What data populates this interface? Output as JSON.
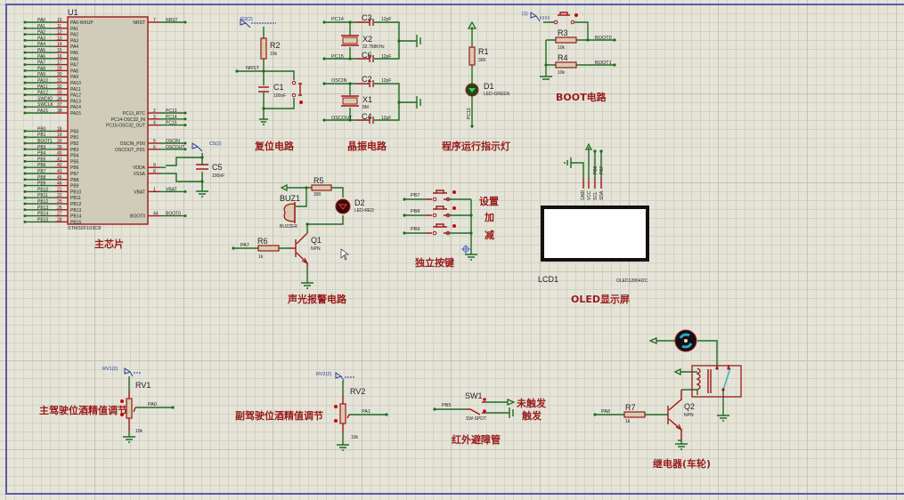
{
  "schematic": {
    "frame_color": "#5a5aa8",
    "wire_color": "#1f6b1f",
    "pin_color": "#a01818",
    "title_color": "#9a1a1a",
    "mcu": {
      "ref": "U1",
      "part": "STM32F103C8",
      "title": "主芯片",
      "left_pins_a": [
        {
          "net": "PA0",
          "num": "10",
          "name": "PA0-WKUP"
        },
        {
          "net": "PA1",
          "num": "11",
          "name": "PA1"
        },
        {
          "net": "PA2",
          "num": "12",
          "name": "PA2"
        },
        {
          "net": "PA3",
          "num": "13",
          "name": "PA3"
        },
        {
          "net": "PA4",
          "num": "14",
          "name": "PA4"
        },
        {
          "net": "PA5",
          "num": "15",
          "name": "PA5"
        },
        {
          "net": "PA6",
          "num": "16",
          "name": "PA6"
        },
        {
          "net": "PA7",
          "num": "17",
          "name": "PA7"
        },
        {
          "net": "PA8",
          "num": "29",
          "name": "PA8"
        },
        {
          "net": "PA9",
          "num": "30",
          "name": "PA9"
        },
        {
          "net": "PA10",
          "num": "31",
          "name": "PA10"
        },
        {
          "net": "PA11",
          "num": "32",
          "name": "PA11"
        },
        {
          "net": "PA12",
          "num": "33",
          "name": "PA12"
        },
        {
          "net": "SWDIO",
          "num": "34",
          "name": "PA13"
        },
        {
          "net": "SWCLK",
          "num": "37",
          "name": "PA14"
        },
        {
          "net": "PA15",
          "num": "38",
          "name": "PA15"
        }
      ],
      "left_pins_b": [
        {
          "net": "PB0",
          "num": "18",
          "name": "PB0"
        },
        {
          "net": "PB1",
          "num": "19",
          "name": "PB1"
        },
        {
          "net": "BOOT1",
          "num": "20",
          "name": "PB2"
        },
        {
          "net": "PB3",
          "num": "39",
          "name": "PB3"
        },
        {
          "net": "PB4",
          "num": "40",
          "name": "PB4"
        },
        {
          "net": "PB5",
          "num": "41",
          "name": "PB5"
        },
        {
          "net": "PB6",
          "num": "42",
          "name": "PB6"
        },
        {
          "net": "PB7",
          "num": "43",
          "name": "PB7"
        },
        {
          "net": "PB8",
          "num": "45",
          "name": "PB8"
        },
        {
          "net": "PB9",
          "num": "46",
          "name": "PB9"
        },
        {
          "net": "PB10",
          "num": "21",
          "name": "PB10"
        },
        {
          "net": "PB11",
          "num": "22",
          "name": "PB11"
        },
        {
          "net": "PB12",
          "num": "25",
          "name": "PB12"
        },
        {
          "net": "PB13",
          "num": "26",
          "name": "PB13"
        },
        {
          "net": "PB14",
          "num": "27",
          "name": "PB14"
        },
        {
          "net": "PB15",
          "num": "28",
          "name": "PB15"
        }
      ],
      "right_pins": [
        {
          "net": "NRST",
          "num": "7",
          "name": "NRST",
          "row": 0
        },
        {
          "net": "PC13",
          "num": "2",
          "name": "PC13_RTC",
          "row": 15
        },
        {
          "net": "PC14",
          "num": "3",
          "name": "PC14-OSC32_IN",
          "row": 16
        },
        {
          "net": "PC15",
          "num": "4",
          "name": "PC15-OSC32_OUT",
          "row": 17
        },
        {
          "net": "OSCIN",
          "num": "5",
          "name": "OSCIN_PD0",
          "row": 20
        },
        {
          "net": "OSCOUT",
          "num": "6",
          "name": "OSCOUT_PD1",
          "row": 21
        },
        {
          "net": "",
          "num": "9",
          "name": "VDDA",
          "row": 24
        },
        {
          "net": "",
          "num": "8",
          "name": "VSSA",
          "row": 25
        },
        {
          "net": "VBAT",
          "num": "1",
          "name": "VBAT",
          "row": 28
        },
        {
          "net": "BOOT0",
          "num": "44",
          "name": "BOOT0",
          "row": 32
        }
      ],
      "c5": {
        "ref": "C5",
        "value": "100nF",
        "probe": "C5(2)"
      }
    },
    "reset": {
      "title": "复位电路",
      "r_ref": "R2",
      "r_val": "10k",
      "c_ref": "C1",
      "c_val": "100nF",
      "net": "NRST",
      "probe": "R2(2)"
    },
    "crystal": {
      "title": "晶振电路",
      "x2": {
        "ref": "X2",
        "value": "32.768KHz",
        "net_in": "PC14",
        "net_out": "PC15",
        "c_top": "C3",
        "c_bot": "C6",
        "cap": "12pF"
      },
      "x1": {
        "ref": "X1",
        "value": "8M",
        "net_in": "OSCIN",
        "net_out": "OSCOUT",
        "c_top": "C2",
        "c_bot": "C4",
        "cap": "12pF"
      }
    },
    "run_led": {
      "title": "程序运行指示灯",
      "r_ref": "R1",
      "r_val": "300",
      "d_ref": "D1",
      "d_val": "LED-GREEN",
      "net": "PC13"
    },
    "boot": {
      "title": "BOOT电路",
      "probe": "(1)",
      "r3": "R3",
      "r4": "R4",
      "r_val": "10k",
      "net0": "BOOT0",
      "net1": "BOOT1"
    },
    "oled": {
      "title": "OLED显示屏",
      "ref": "LCD1",
      "part": "OLED12864I2C",
      "pins": [
        "GND",
        "VCC",
        "SCL",
        "SDA"
      ],
      "nets": [
        "",
        "",
        "PB6",
        "PB7"
      ]
    },
    "alarm": {
      "title": "声光报警电路",
      "buz_ref": "BUZ1",
      "buz_val": "BUZZER",
      "r5": "R5",
      "r5_val": "300",
      "d_ref": "D2",
      "d_val": "LED-RED",
      "r6": "R6",
      "r6_val": "1k",
      "q_ref": "Q1",
      "q_val": "NPN",
      "net": "PA7"
    },
    "keys": {
      "title": "独立按键",
      "nets": [
        "PB7",
        "PB8",
        "PB9"
      ],
      "labels": [
        "设置",
        "加",
        "减"
      ]
    },
    "rv1": {
      "title": "主驾驶位酒精值调节",
      "ref": "RV1",
      "value": "10k",
      "net": "PA0",
      "probe": "RV1(2)"
    },
    "rv2": {
      "title": "副驾驶位酒精值调节",
      "ref": "RV2",
      "value": "10k",
      "net": "PA1",
      "probe": "RV2(2)"
    },
    "ir": {
      "title": "红外避障管",
      "ref": "SW1",
      "part": "SW-SPDT",
      "net": "PB5",
      "label_off": "未触发",
      "label_on": "触发"
    },
    "relay": {
      "title": "继电器(车轮)",
      "r_ref": "R7",
      "r_val": "1k",
      "q_ref": "Q2",
      "q_val": "NPN",
      "net": "PA8"
    }
  }
}
